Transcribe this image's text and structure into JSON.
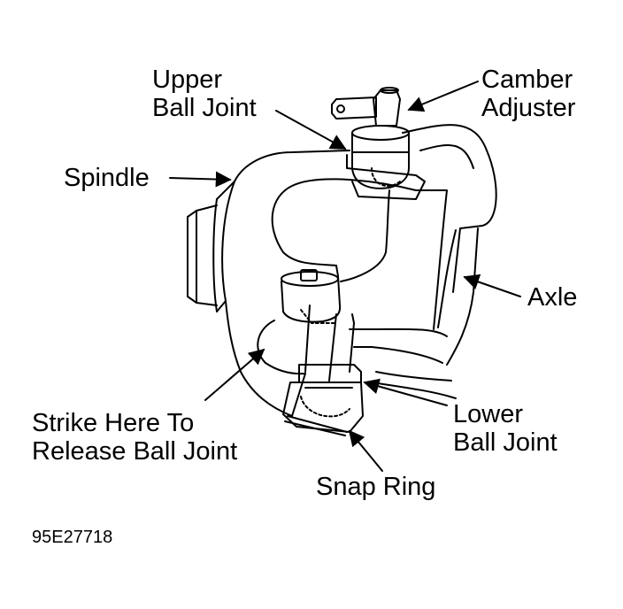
{
  "labels": {
    "upper_ball_joint": [
      "Upper",
      "Ball Joint"
    ],
    "camber_adjuster": [
      "Camber",
      "Adjuster"
    ],
    "spindle": "Spindle",
    "axle": "Axle",
    "strike_here": [
      "Strike Here To",
      "Release Ball Joint"
    ],
    "lower_ball_joint": [
      "Lower",
      "Ball Joint"
    ],
    "snap_ring": "Snap Ring"
  },
  "figure_id": "95E27718",
  "colors": {
    "ink": "#000000",
    "paper": "#ffffff"
  }
}
